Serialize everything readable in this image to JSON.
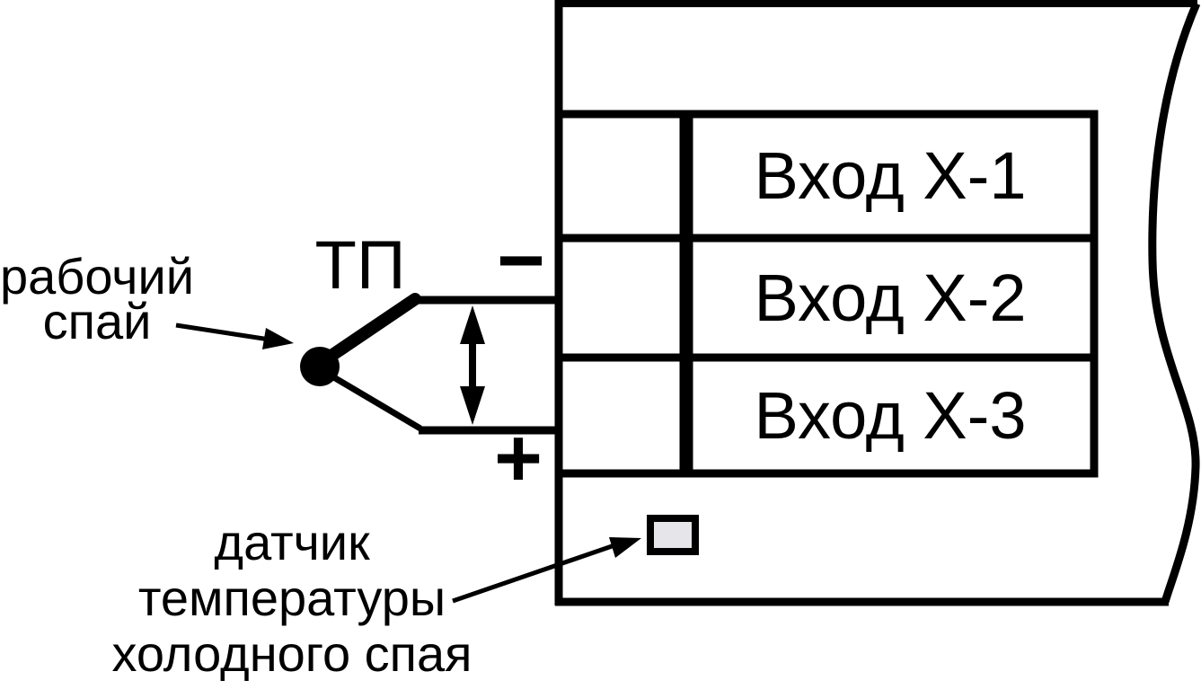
{
  "figure": {
    "description": "Схема подключения термопары к входам прибора",
    "background_color": "#ffffff",
    "line_color": "#000000"
  },
  "device": {
    "inputs": [
      {
        "label": "Вход Х-1"
      },
      {
        "label": "Вход Х-2"
      },
      {
        "label": "Вход Х-3"
      }
    ],
    "cold_junction_sensor_fill": "#e6e6ea"
  },
  "thermocouple": {
    "label": "ТП",
    "minus_sign": "−",
    "plus_sign": "+"
  },
  "callouts": {
    "working_junction": "рабочий\nспай",
    "cold_junction_sensor": "датчик\nтемпературы\nхолодного спая"
  }
}
